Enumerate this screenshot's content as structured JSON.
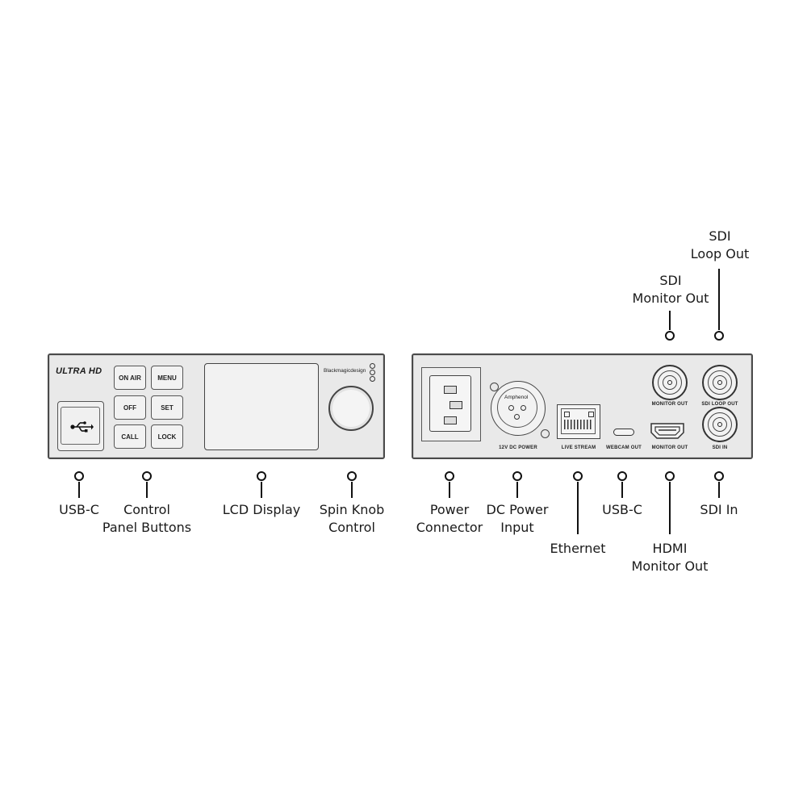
{
  "front_panel": {
    "brand_logo": "ULTRA HD",
    "maker_logo": "Blackmagicdesign",
    "buttons": [
      {
        "label": "ON AIR"
      },
      {
        "label": "MENU"
      },
      {
        "label": "OFF"
      },
      {
        "label": "SET"
      },
      {
        "label": "CALL"
      },
      {
        "label": "LOCK"
      }
    ],
    "usb_icon": "usb-icon"
  },
  "rear_panel": {
    "connector_labels": {
      "dc_power": "12V DC POWER",
      "amphenol": "Amphenol",
      "live_stream": "LIVE STREAM",
      "webcam_out": "WEBCAM OUT",
      "monitor_out_hdmi": "MONITOR OUT",
      "monitor_out_sdi": "MONITOR OUT",
      "sdi_loop_out": "SDI LOOP OUT",
      "sdi_in": "SDI IN"
    }
  },
  "callouts": {
    "usb_c_front": [
      "USB-C"
    ],
    "control_panel_buttons": [
      "Control",
      "Panel Buttons"
    ],
    "lcd_display": [
      "LCD Display"
    ],
    "spin_knob": [
      "Spin Knob",
      "Control"
    ],
    "power_connector": [
      "Power",
      "Connector"
    ],
    "dc_power_input": [
      "DC Power",
      "Input"
    ],
    "ethernet": [
      "Ethernet"
    ],
    "usb_c_rear": [
      "USB-C"
    ],
    "hdmi_monitor_out": [
      "HDMI",
      "Monitor Out"
    ],
    "sdi_in": [
      "SDI In"
    ],
    "sdi_monitor_out": [
      "SDI",
      "Monitor Out"
    ],
    "sdi_loop_out": [
      "SDI",
      "Loop Out"
    ]
  }
}
